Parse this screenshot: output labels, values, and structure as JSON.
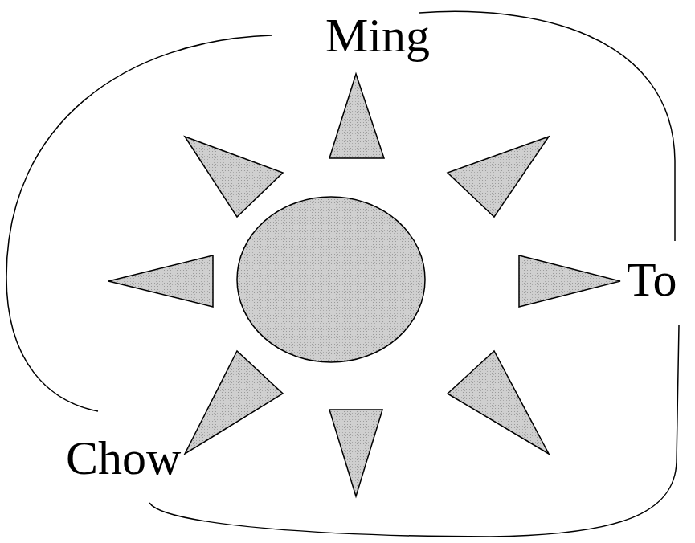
{
  "diagram": {
    "labels": [
      "Ming",
      "To",
      "Chow"
    ]
  }
}
